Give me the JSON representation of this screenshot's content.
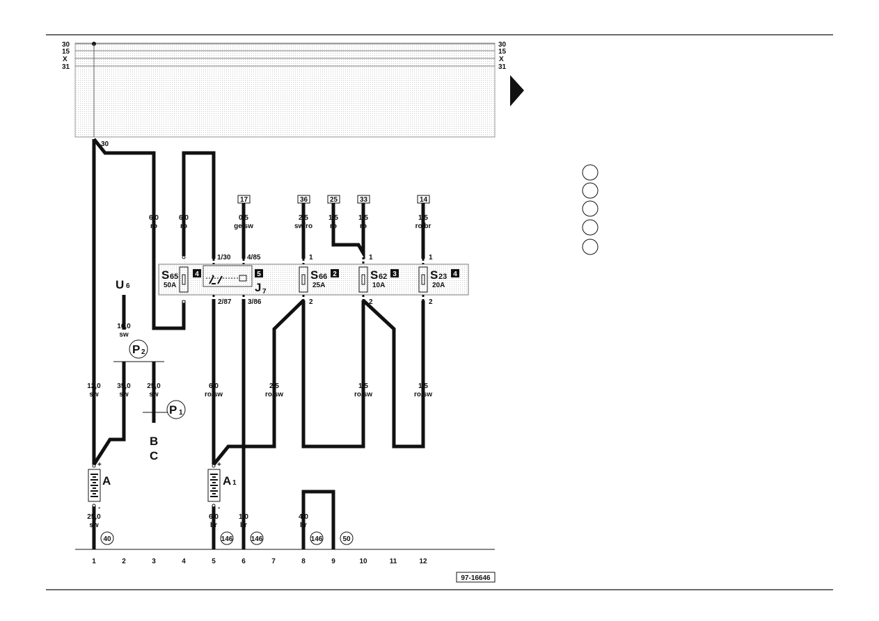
{
  "figure_id": "97-16646",
  "rails": {
    "left": [
      "30",
      "15",
      "X",
      "31"
    ],
    "right": [
      "30",
      "15",
      "X",
      "31"
    ],
    "tap_label": "30"
  },
  "wires": {
    "w_s65_in": {
      "size": "6,0",
      "color": "ro"
    },
    "w_s65_out": {
      "size": "6,0",
      "color": "ro"
    },
    "w_j7_86": {
      "size": "0,5",
      "color": "ge/sw"
    },
    "w_s66_in": {
      "size": "2,5",
      "color": "sw/ro"
    },
    "w_s62_in_a": {
      "size": "1,5",
      "color": "ro"
    },
    "w_s62_in_b": {
      "size": "1,5",
      "color": "ro"
    },
    "w_s23_in": {
      "size": "1,5",
      "color": "ro/br"
    },
    "w_u6": {
      "size": "16,0",
      "color": "sw"
    },
    "w_a_plus": {
      "size": "12,0",
      "color": "sw"
    },
    "w_p2": {
      "size": "35,0",
      "color": "sw"
    },
    "w_p1": {
      "size": "25,0",
      "color": "sw"
    },
    "w_a1_plus": {
      "size": "6,0",
      "color": "ro/sw"
    },
    "w_s66_out": {
      "size": "2,5",
      "color": "ro/sw"
    },
    "w_s62_out": {
      "size": "1,5",
      "color": "ro/sw"
    },
    "w_s23_out": {
      "size": "1,5",
      "color": "ro/sw"
    },
    "w_a_gnd": {
      "size": "25,0",
      "color": "sw"
    },
    "w_a1_gnd": {
      "size": "6,0",
      "color": "br"
    },
    "w_j7_gnd": {
      "size": "1,0",
      "color": "br"
    },
    "w_track8": {
      "size": "4,0",
      "color": "br"
    }
  },
  "refs": {
    "r17": "17",
    "r36": "36",
    "r25": "25",
    "r33": "33",
    "r14": "14"
  },
  "pins": {
    "s65_in": "1/30",
    "j7_85": "4/85",
    "s66_in": "1",
    "s62_in": "1",
    "s23_in": "1",
    "s65_out": "2/87",
    "j7_86": "3/86",
    "s66_out": "2",
    "s62_out": "2",
    "s23_out": "2"
  },
  "components": {
    "s65": {
      "name": "S",
      "sub": "65",
      "rating": "50A",
      "slot": "4"
    },
    "j7": {
      "name": "J",
      "sub": "7",
      "slot": "5"
    },
    "s66": {
      "name": "S",
      "sub": "66",
      "rating": "25A",
      "slot": "2"
    },
    "s62": {
      "name": "S",
      "sub": "62",
      "rating": "10A",
      "slot": "3"
    },
    "s23": {
      "name": "S",
      "sub": "23",
      "rating": "20A",
      "slot": "4"
    },
    "u6": {
      "name": "U",
      "sub": "6"
    },
    "p2": {
      "name": "P",
      "sub": "2"
    },
    "p1": {
      "name": "P",
      "sub": "1"
    },
    "battery_a": {
      "name": "A",
      "plus": "+",
      "minus": "-"
    },
    "battery_a1": {
      "name": "A",
      "sub": "1",
      "plus": "+",
      "minus": "-"
    },
    "b": {
      "name": "B"
    },
    "c": {
      "name": "C"
    }
  },
  "ground_refs": {
    "g40": "40",
    "g146a": "146",
    "g146b": "146",
    "g146c": "146",
    "g50": "50"
  },
  "tracks": [
    "1",
    "2",
    "3",
    "4",
    "5",
    "6",
    "7",
    "8",
    "9",
    "10",
    "11",
    "12"
  ],
  "legend_circles": 5
}
